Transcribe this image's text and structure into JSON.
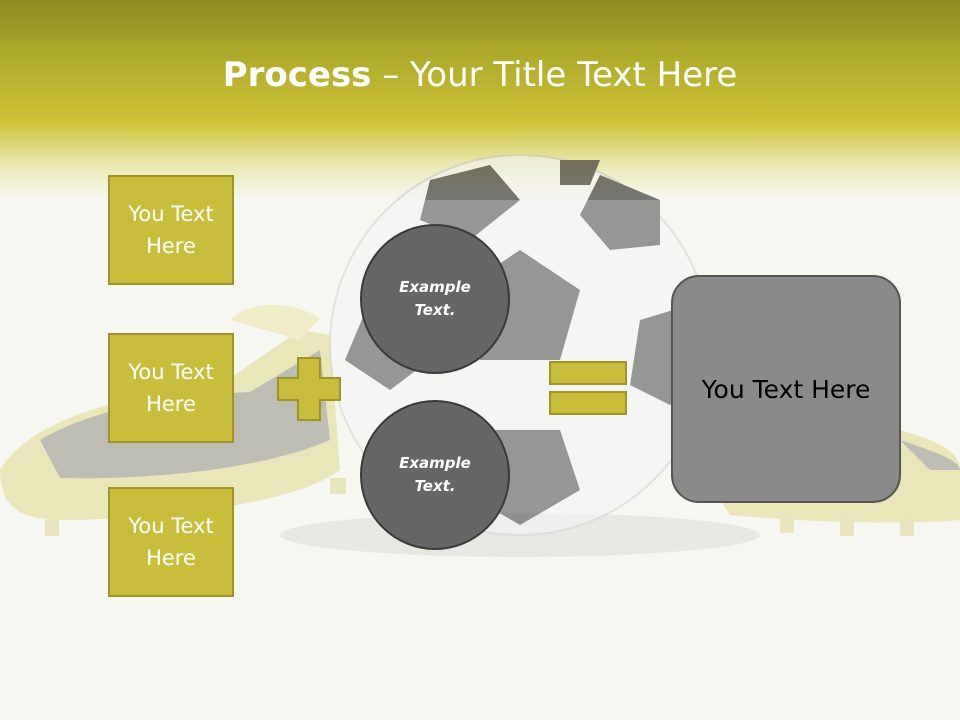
{
  "title": {
    "bold": "Process",
    "rest": " – Your Title Text Here"
  },
  "input_boxes": [
    "You Text\nHere",
    "You Text\nHere",
    "You Text\nHere"
  ],
  "circles": [
    "Example\nText.",
    "Example\nText."
  ],
  "result_box": "You Text Here",
  "colors": {
    "accent": "#c9be3b",
    "accent_border": "#9e9427",
    "circle_fill": "#666666",
    "result_fill": "#8a8a8a"
  },
  "icons": [
    "soccer-ball-image",
    "soccer-shoe-image",
    "plus-icon",
    "equals-icon"
  ]
}
